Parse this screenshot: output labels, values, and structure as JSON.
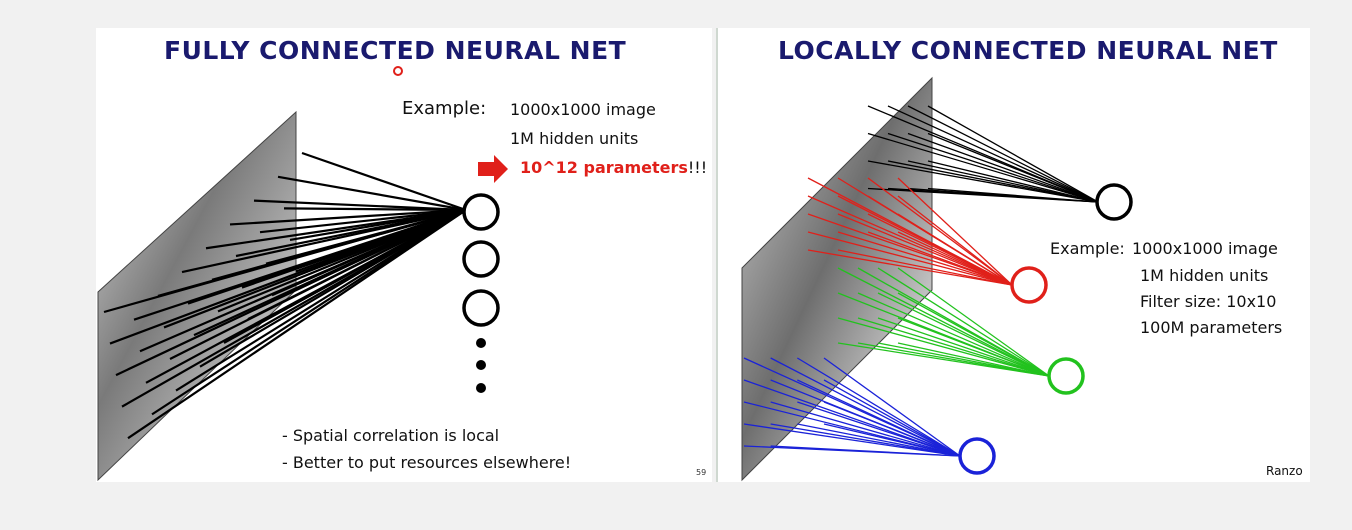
{
  "left_slide": {
    "title": "FULLY CONNECTED NEURAL NET",
    "example_label": "Example:",
    "example_line1": "1000x1000 image",
    "example_line2": "1M hidden units",
    "params_value": "10^12 parameters",
    "params_suffix": "!!!",
    "bullet1": "- Spatial correlation is local",
    "bullet2": "- Better to put resources elsewhere!",
    "page_number": "59",
    "colors": {
      "title": "#1a1a6e",
      "arrow": "#e0201a",
      "connections": "#000000"
    }
  },
  "right_slide": {
    "title": "LOCALLY CONNECTED NEURAL NET",
    "example_label": "Example:",
    "example_line1": "1000x1000 image",
    "example_line2": "1M hidden units",
    "example_line3": "Filter size: 10x10",
    "example_line4": "100M parameters",
    "credit": "Ranzo",
    "colors": {
      "black_unit": "#000000",
      "red_unit": "#e0201a",
      "green_unit": "#22c21e",
      "blue_unit": "#1a22d8"
    }
  }
}
